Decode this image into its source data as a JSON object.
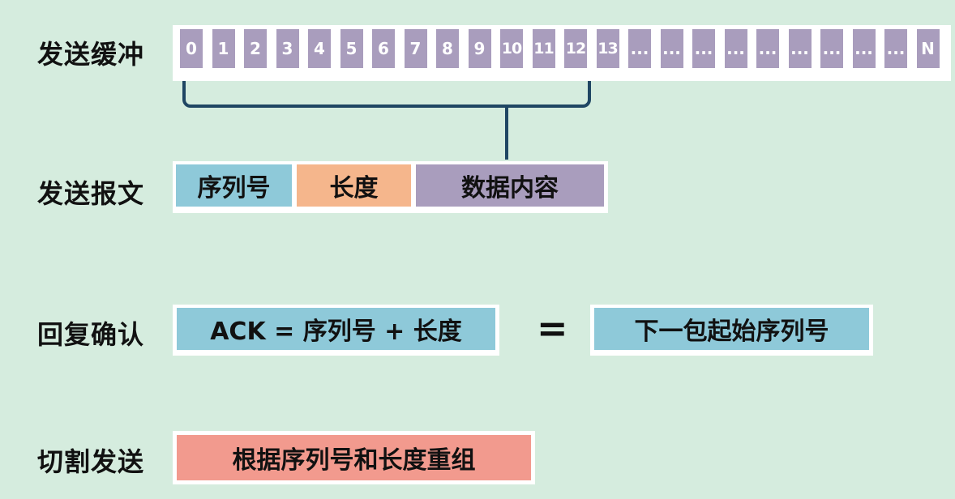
{
  "labels": {
    "send_buffer": "发送缓冲",
    "send_message": "发送报文",
    "reply_ack": "回复确认",
    "split_send": "切割发送"
  },
  "buffer_cells": [
    "0",
    "1",
    "2",
    "3",
    "4",
    "5",
    "6",
    "7",
    "8",
    "9",
    "10",
    "11",
    "12",
    "13",
    "...",
    "...",
    "...",
    "...",
    "...",
    "...",
    "...",
    "...",
    "...",
    "N"
  ],
  "message_fields": {
    "seq": "序列号",
    "length": "长度",
    "content": "数据内容"
  },
  "ack": {
    "formula": "ACK = 序列号 + 长度",
    "equals": "=",
    "result": "下一包起始序列号"
  },
  "reassemble": {
    "text": "根据序列号和长度重组"
  },
  "colors": {
    "background": "#d5ecde",
    "buffer_cell": "#a99dbd",
    "seq_field": "#8ec9d9",
    "length_field": "#f5b68c",
    "content_field": "#a99dbd",
    "reassemble_field": "#f29a8e",
    "bracket": "#1f4663"
  }
}
